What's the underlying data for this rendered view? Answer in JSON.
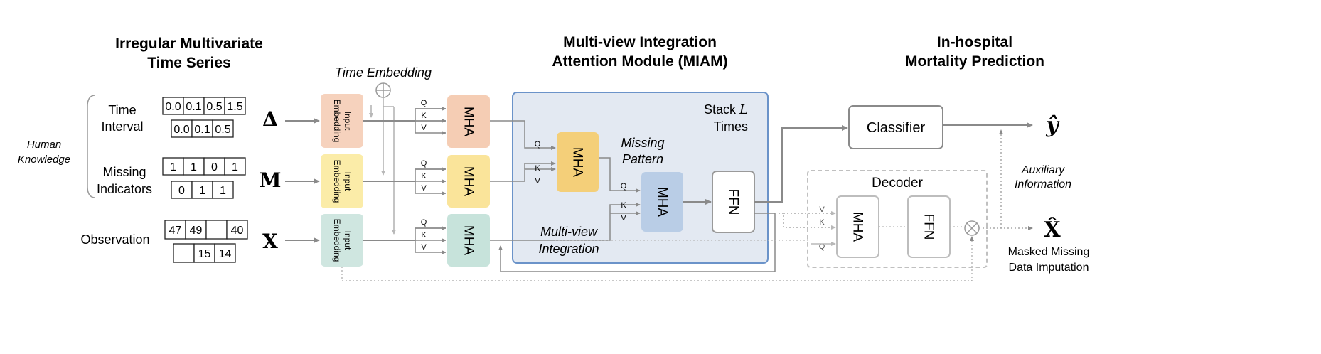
{
  "titles": {
    "imts_line1": "Irregular Multivariate",
    "imts_line2": "Time Series",
    "miam_line1": "Multi-view Integration",
    "miam_line2": "Attention Module (MIAM)",
    "pred_line1": "In-hospital",
    "pred_line2": "Mortality Prediction"
  },
  "human_knowledge": {
    "line1": "Human",
    "line2": "Knowledge"
  },
  "rows": {
    "time_interval": {
      "label1": "Time",
      "label2": "Interval",
      "symbol": "Δ",
      "table1": [
        "0.0",
        "0.1",
        "0.5",
        "1.5"
      ],
      "table2": [
        "0.0",
        "0.1",
        "0.5"
      ]
    },
    "missing_indicators": {
      "label1": "Missing",
      "label2": "Indicators",
      "symbol": "M",
      "table1": [
        "1",
        "1",
        "0",
        "1"
      ],
      "table2": [
        "0",
        "1",
        "1"
      ]
    },
    "observation": {
      "label1": "Observation",
      "symbol": "X",
      "table1": [
        "47",
        "49",
        "",
        "40"
      ],
      "table2": [
        "",
        "15",
        "14"
      ]
    }
  },
  "time_embedding": "Time Embedding",
  "input_embedding": {
    "line1": "Input",
    "line2": "Embedding"
  },
  "qkv": {
    "q": "Q",
    "k": "K",
    "v": "V"
  },
  "mha": "MHA",
  "ffn": "FFN",
  "stack": {
    "line1": "Stack L",
    "line2": "Times"
  },
  "missing_pattern": {
    "line1": "Missing",
    "line2": "Pattern"
  },
  "multiview": {
    "line1": "Multi-view",
    "line2": "Integration"
  },
  "classifier": "Classifier",
  "decoder": "Decoder",
  "outputs": {
    "y_hat": "ŷ",
    "x_hat": "X̂"
  },
  "auxiliary": {
    "line1": "Auxiliary",
    "line2": "Information"
  },
  "masked": {
    "line1": "Masked Missing",
    "line2": "Data Imputation"
  },
  "colors": {
    "delta_embed": "#f6d2bd",
    "mask_embed": "#fbeca8",
    "obs_embed": "#cfe6e0",
    "delta_mha": "#f5cdb4",
    "mask_mha": "#fae49a",
    "obs_mha": "#c7e3db",
    "miam_fill": "#e3e9f2",
    "miam_stroke": "#6b93c9",
    "mp_mha": "#f4cf79",
    "mv_mha": "#b9cde6",
    "arrow": "#8a8a8a",
    "decoder_gray": "#bdbdbd"
  }
}
